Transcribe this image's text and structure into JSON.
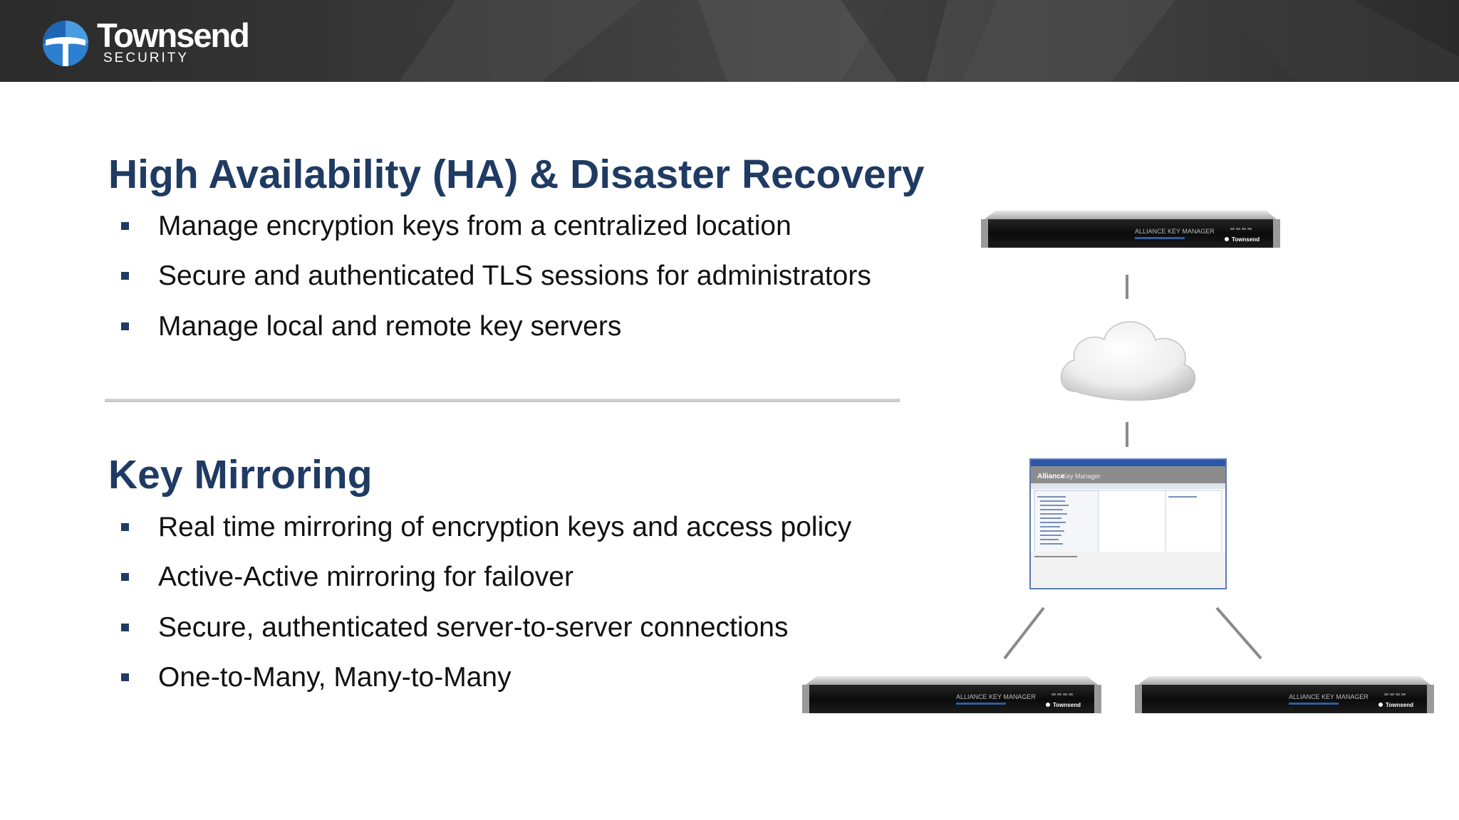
{
  "brand": {
    "name": "Townsend",
    "sub": "SECURITY",
    "colors": {
      "banner": "#333333",
      "logo_blue": "#2d7fd0",
      "title_navy": "#1f3b63"
    }
  },
  "sections": [
    {
      "title": "High Availability (HA) & Disaster Recovery",
      "bullets": [
        "Manage encryption keys from a centralized location",
        "Secure and authenticated TLS sessions for administrators",
        "Manage local and remote key servers"
      ]
    },
    {
      "title": "Key Mirroring",
      "bullets": [
        "Real time mirroring of encryption keys and access policy",
        "Active-Active mirroring for failover",
        "Secure, authenticated server-to-server connections",
        "One-to-Many, Many-to-Many"
      ]
    }
  ],
  "diagram": {
    "server_label": "ALLIANCE KEY MANAGER",
    "server_brand": "Townsend",
    "app_title": "Alliance",
    "app_subtitle": "Key Manager",
    "icons": [
      "server-appliance-icon",
      "cloud-icon",
      "app-window-icon"
    ]
  }
}
